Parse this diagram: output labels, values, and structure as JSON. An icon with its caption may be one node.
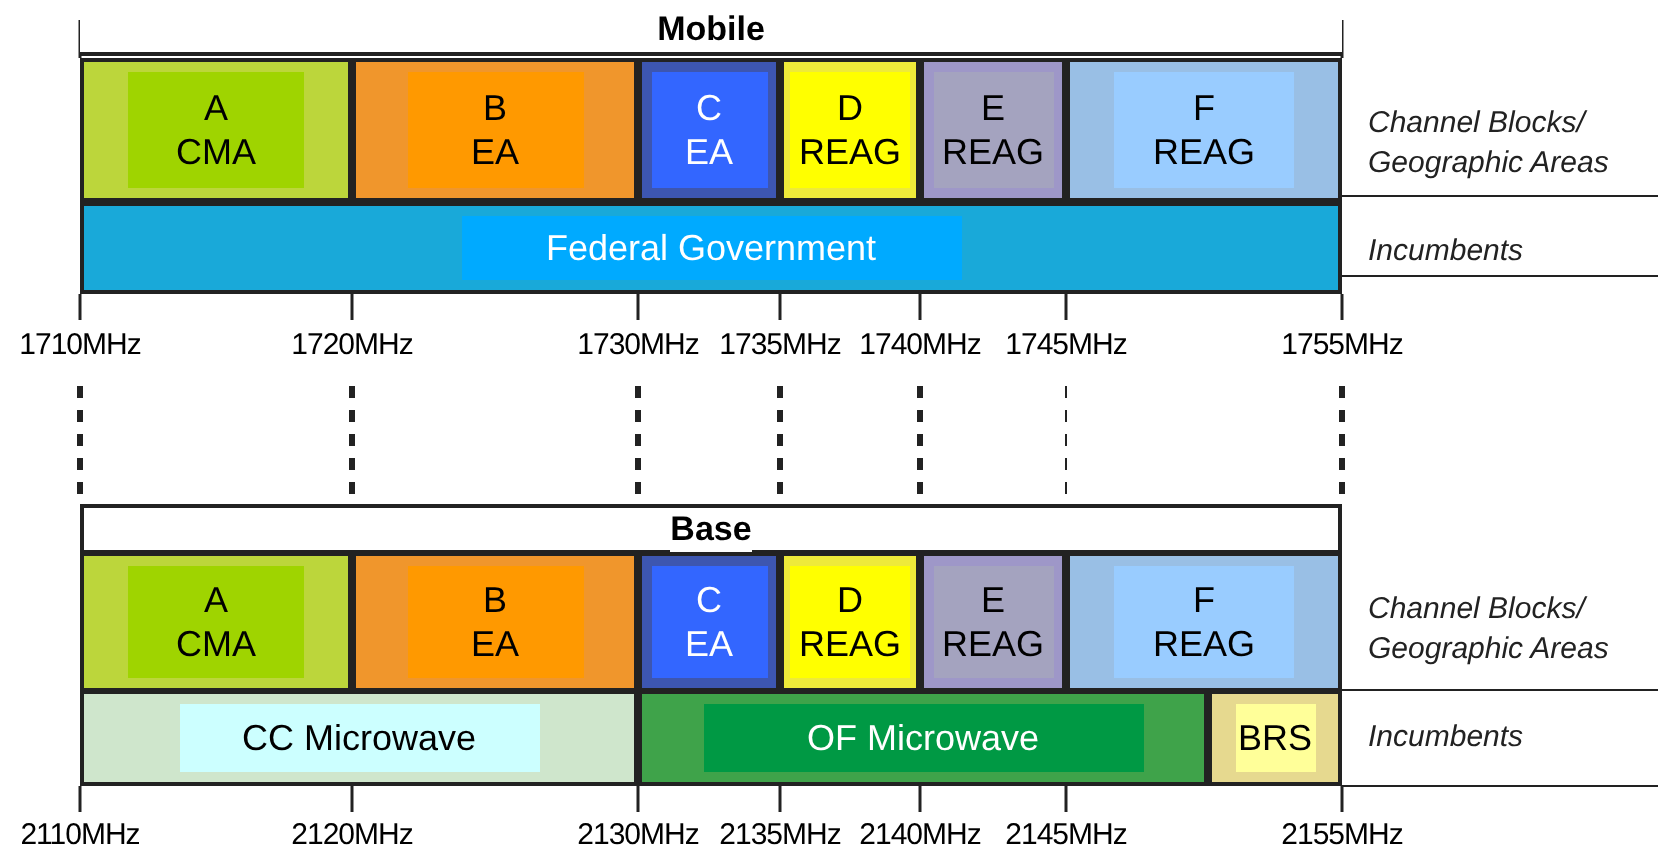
{
  "diagram": {
    "nodes": [
      {
        "text": [
          "Mobile"
        ]
      },
      {
        "text": [
          "A CMA"
        ]
      },
      {
        "text": [
          "B EA"
        ]
      },
      {
        "text": [
          "C EA"
        ]
      },
      {
        "text": [
          "D REAG"
        ]
      },
      {
        "text": [
          "E REAG"
        ]
      },
      {
        "text": [
          "F REAG"
        ]
      },
      {
        "text": [
          "Federal Government"
        ]
      },
      {
        "text": [
          "Base"
        ]
      },
      {
        "text": [
          "A CMA"
        ]
      },
      {
        "text": [
          "B EA"
        ]
      },
      {
        "text": [
          "C EA"
        ]
      },
      {
        "text": [
          "D REAG"
        ]
      },
      {
        "text": [
          "E REAG"
        ]
      },
      {
        "text": [
          "F REAG"
        ]
      },
      {
        "text": [
          "CC Microwave"
        ]
      },
      {
        "text": [
          "OF Microwave"
        ]
      },
      {
        "text": [
          "BRS"
        ]
      }
    ],
    "edges": [],
    "labels": [
      "Channel Blocks/ Geographic Areas",
      "Incumbents",
      "1710MHz",
      "1720MHz",
      "1730MHz",
      "1735MHz",
      "1740MHz",
      "1745MHz",
      "1755MHz",
      "Channel Blocks/ Geographic Areas",
      "Incumbents",
      "2110MHz",
      "2120MHz",
      "2130MHz",
      "2135MHz",
      "2140MHz",
      "2145MHz",
      "2155MHz"
    ]
  }
}
